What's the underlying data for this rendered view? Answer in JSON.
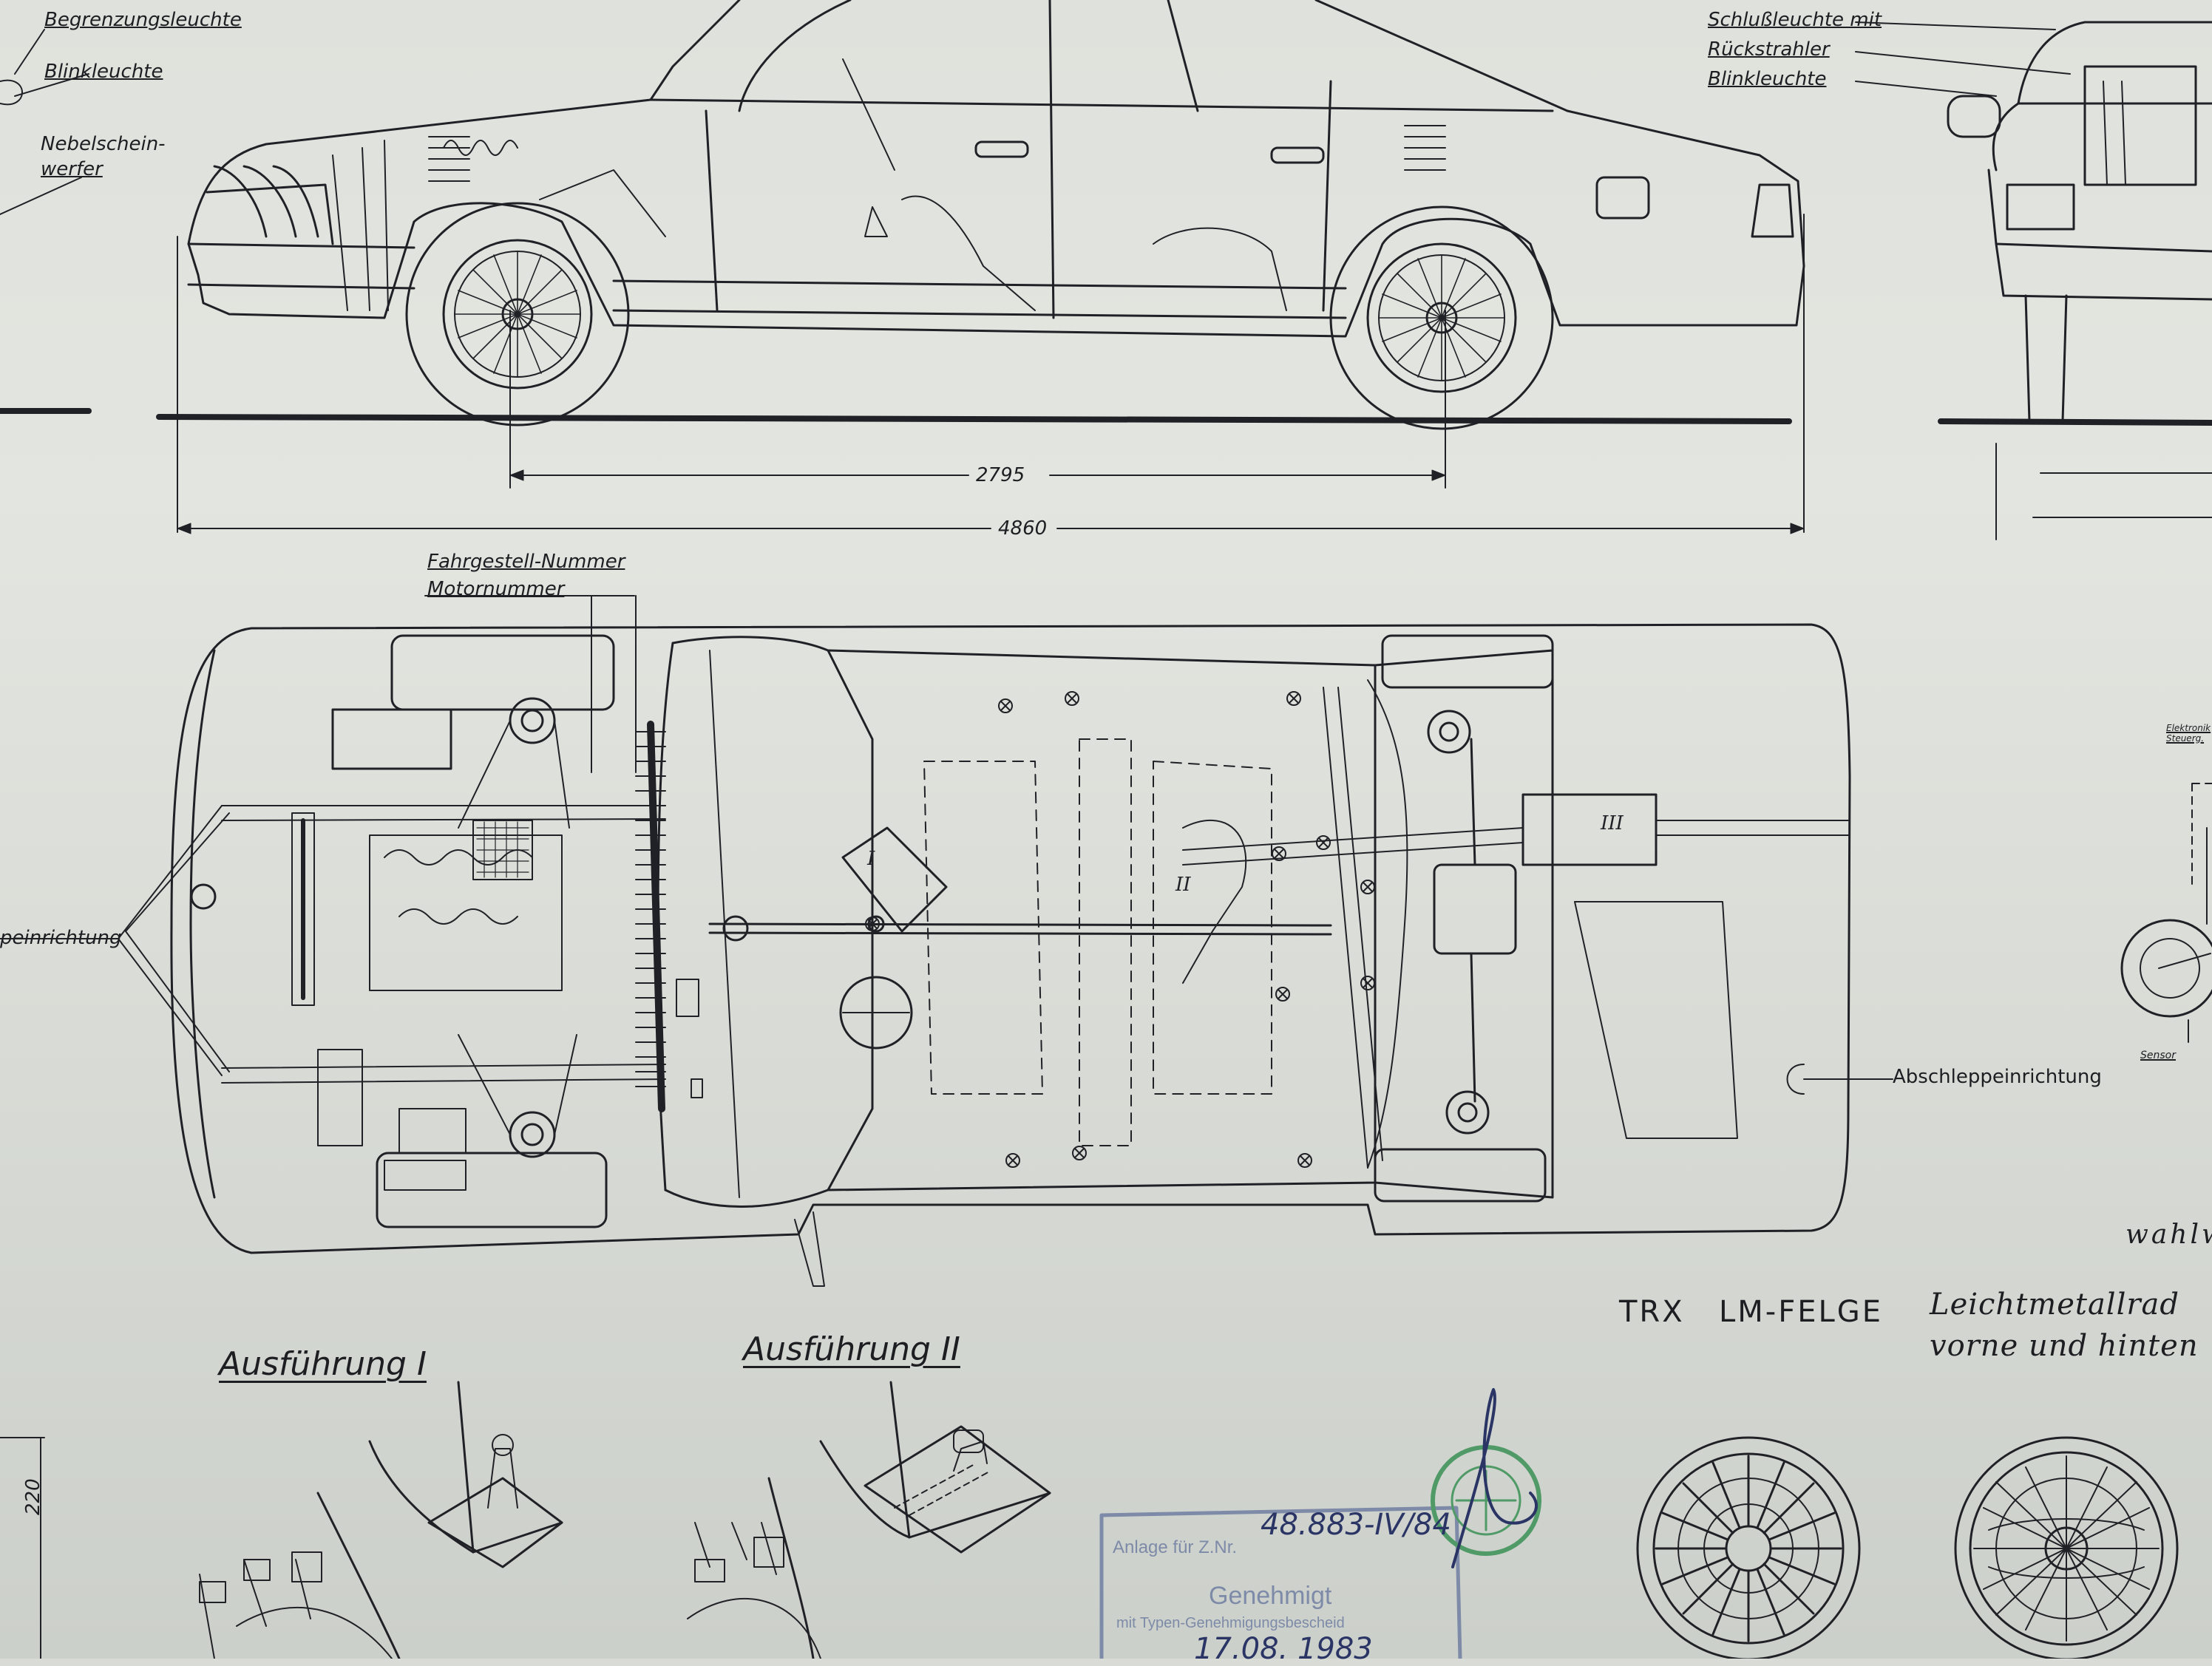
{
  "labels": {
    "begrenzungsleuchte": "Begrenzungsleuchte",
    "blinkleuchte_front": "Blinkleuchte",
    "nebelscheinwerfer_1": "Nebelschein-",
    "nebelscheinwerfer_2": "werfer",
    "schlussleuchte": "Schlußleuchte mit",
    "rueckstrahler": "Rückstrahler",
    "blinkleuchte_rear": "Blinkleuchte",
    "fahrgestell": "Fahrgestell-Nummer",
    "motornummer": "Motornummer",
    "einrichtung_left": "peinrichtung",
    "abschlepp": "Abschleppeinrichtung",
    "elektronik": "Elektronik",
    "steuer": "Steuerg.",
    "sensor": "Sensor",
    "wahlw": "wahlw",
    "ausf1": "Ausführung I",
    "ausf2": "Ausführung II",
    "trx": "TRX",
    "lm_felge": "LM-FELGE",
    "leichtmetallrad": "Leichtmetallrad",
    "vorne_hinten": "vorne und hinten"
  },
  "dimensions": {
    "wheelbase": "2795",
    "length": "4860",
    "pedal_height": "220"
  },
  "zone_marks": [
    "I",
    "II",
    "III"
  ],
  "stamp": {
    "anlage": "Anlage für Z.Nr.",
    "number": "48.883-IV/84",
    "genehmigt": "Genehmigt",
    "bescheid": "mit Typen-Genehmigungsbescheid",
    "date": "17.08. 1983"
  },
  "colors": {
    "paper": "#dfe1dc",
    "ink": "#1c1e22",
    "stamp_blue": "#7d8aa8",
    "seal_green": "#4f9a66"
  }
}
